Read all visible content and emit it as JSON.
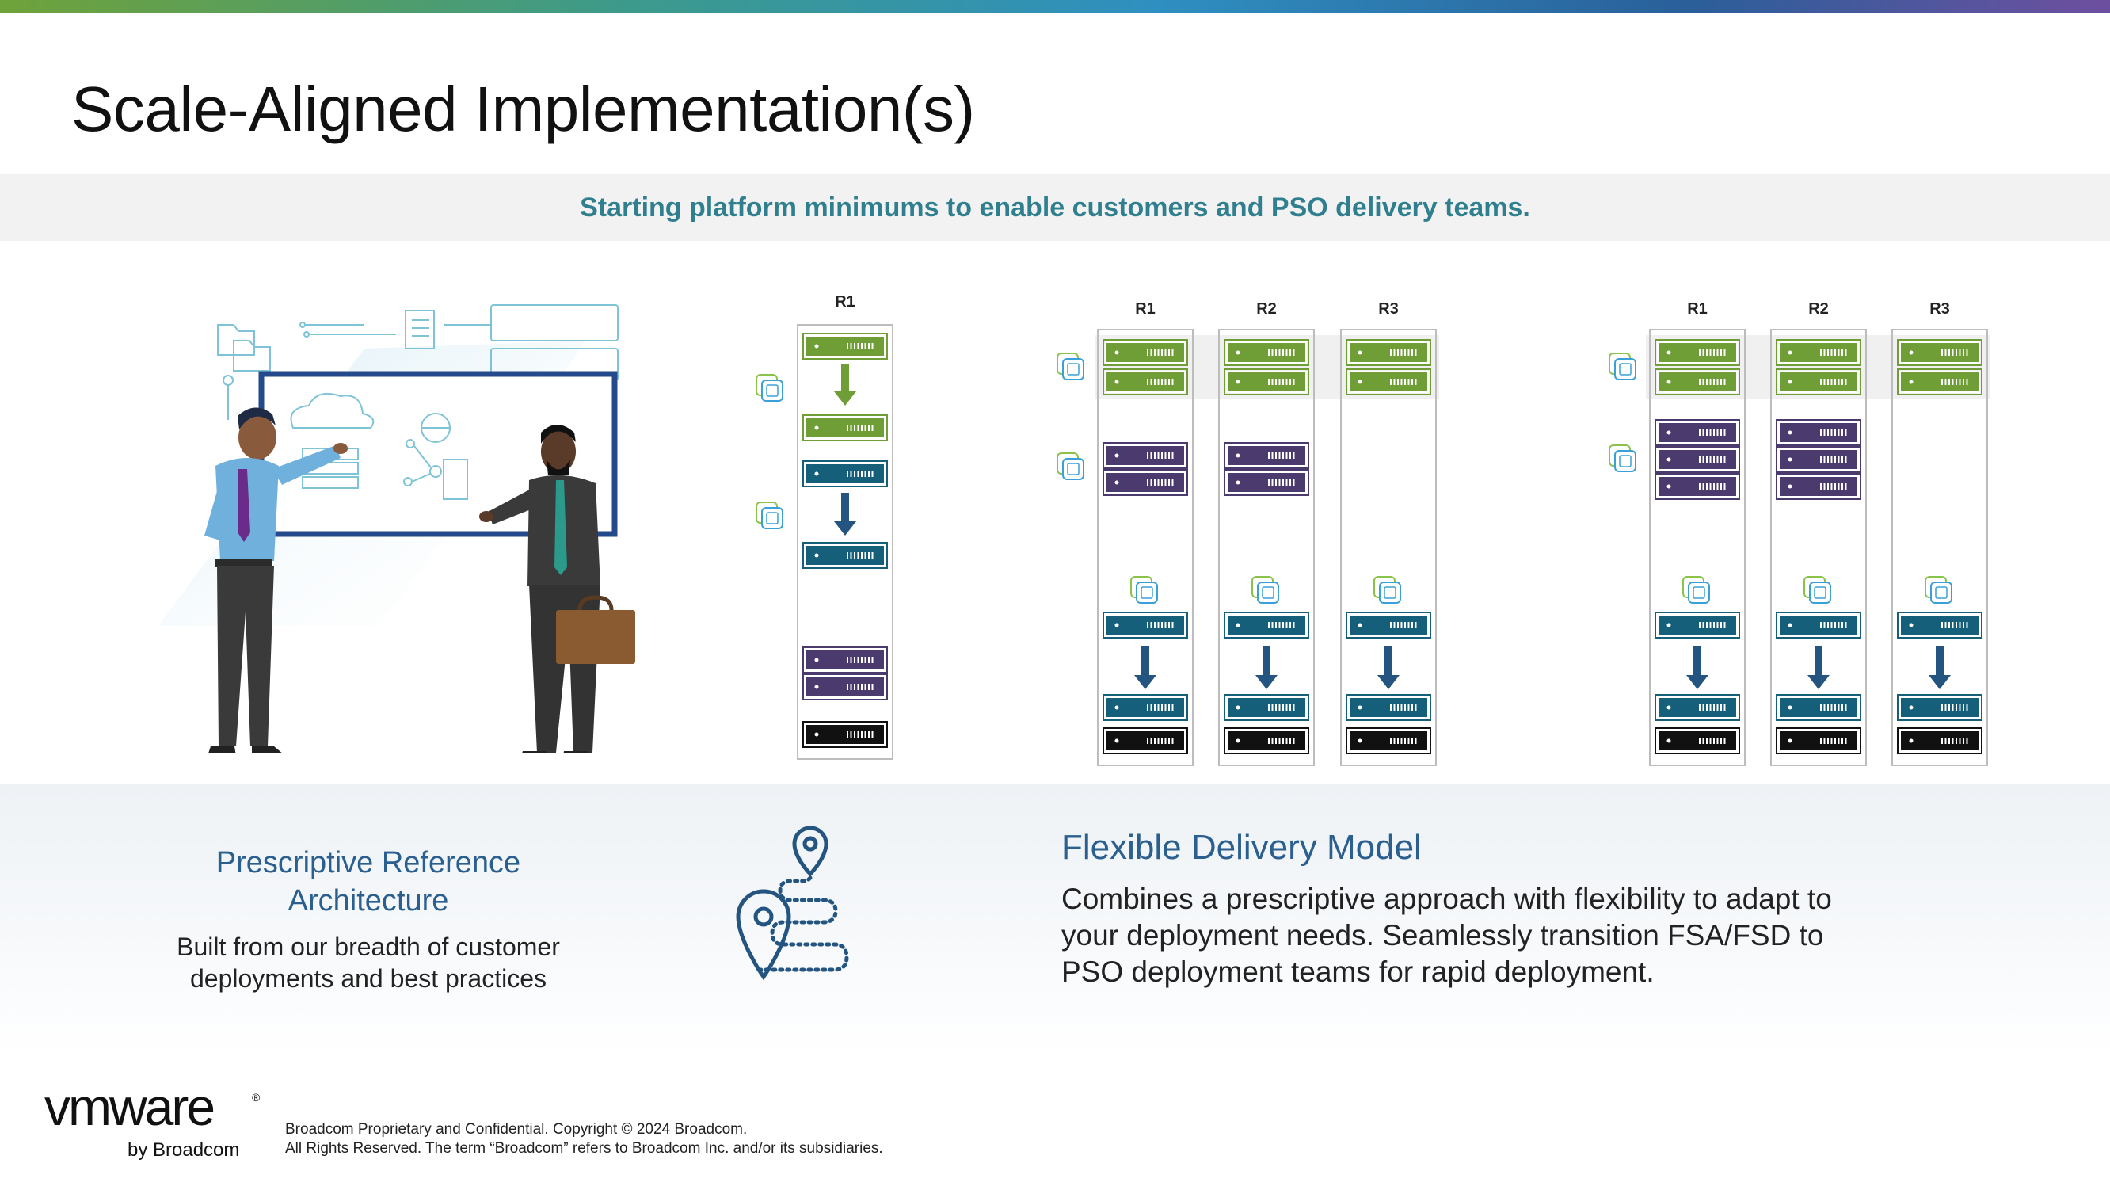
{
  "slide": {
    "title": "Scale-Aligned Implementation(s)",
    "subtitle": "Starting platform minimums to enable customers and PSO delivery teams."
  },
  "illustration": {
    "icon": "presentation-figures-illustration"
  },
  "racks": {
    "single": {
      "labels": [
        "R1"
      ]
    },
    "three_a": {
      "labels": [
        "R1",
        "R2",
        "R3"
      ]
    },
    "three_b": {
      "labels": [
        "R1",
        "R2",
        "R3"
      ]
    },
    "colors": {
      "green": "#6e9e35",
      "purple": "#4b3a6e",
      "teal": "#155f7a",
      "black": "#111111",
      "arrow_green": "#6e9e35",
      "arrow_blue": "#245580"
    }
  },
  "reference_architecture": {
    "title_line1": "Prescriptive Reference",
    "title_line2": "Architecture",
    "body_line1": "Built from our breadth of customer",
    "body_line2": "deployments and best practices",
    "icon": "route-map-icon"
  },
  "delivery_model": {
    "title": "Flexible Delivery Model",
    "body_line1": "Combines a prescriptive approach with flexibility to adapt to",
    "body_line2": "your deployment needs.  Seamlessly transition FSA/FSD to",
    "body_line3": "PSO deployment teams for rapid deployment."
  },
  "footer": {
    "logo_main": "vmware",
    "logo_mark": "®",
    "logo_by": "by Broadcom",
    "legal_line1": "Broadcom Proprietary and Confidential. Copyright © 2024 Broadcom.",
    "legal_line2": "All Rights Reserved. The term “Broadcom” refers to Broadcom Inc. and/or its subsidiaries."
  }
}
